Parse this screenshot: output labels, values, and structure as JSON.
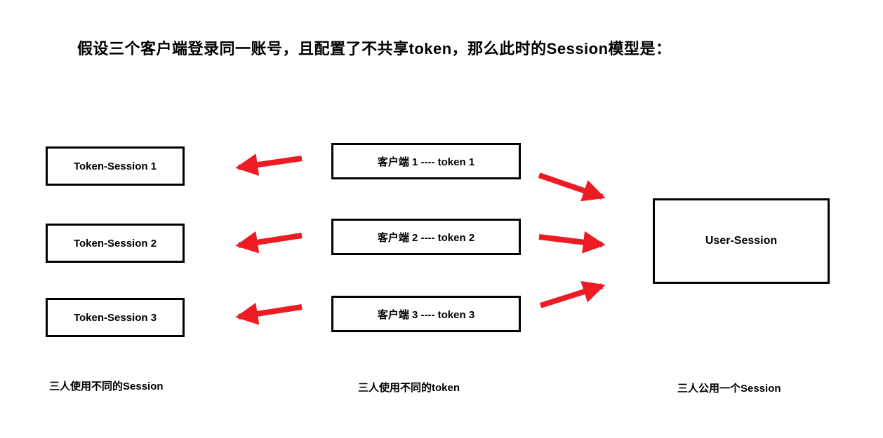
{
  "title": "假设三个客户端登录同一账号，且配置了不共享token，那么此时的Session模型是：",
  "colors": {
    "arrow": "#ed1c24",
    "box_border": "#000000",
    "text": "#000000"
  },
  "left_column": {
    "boxes": [
      {
        "label": "Token-Session 1"
      },
      {
        "label": "Token-Session 2"
      },
      {
        "label": "Token-Session 3"
      }
    ],
    "caption": "三人使用不同的Session"
  },
  "middle_column": {
    "boxes": [
      {
        "label": "客户端 1 ----  token 1"
      },
      {
        "label": "客户端 2 ----  token 2"
      },
      {
        "label": "客户端 3 ----  token 3"
      }
    ],
    "caption": "三人使用不同的token"
  },
  "right_column": {
    "box": {
      "label": "User-Session"
    },
    "caption": "三人公用一个Session"
  }
}
